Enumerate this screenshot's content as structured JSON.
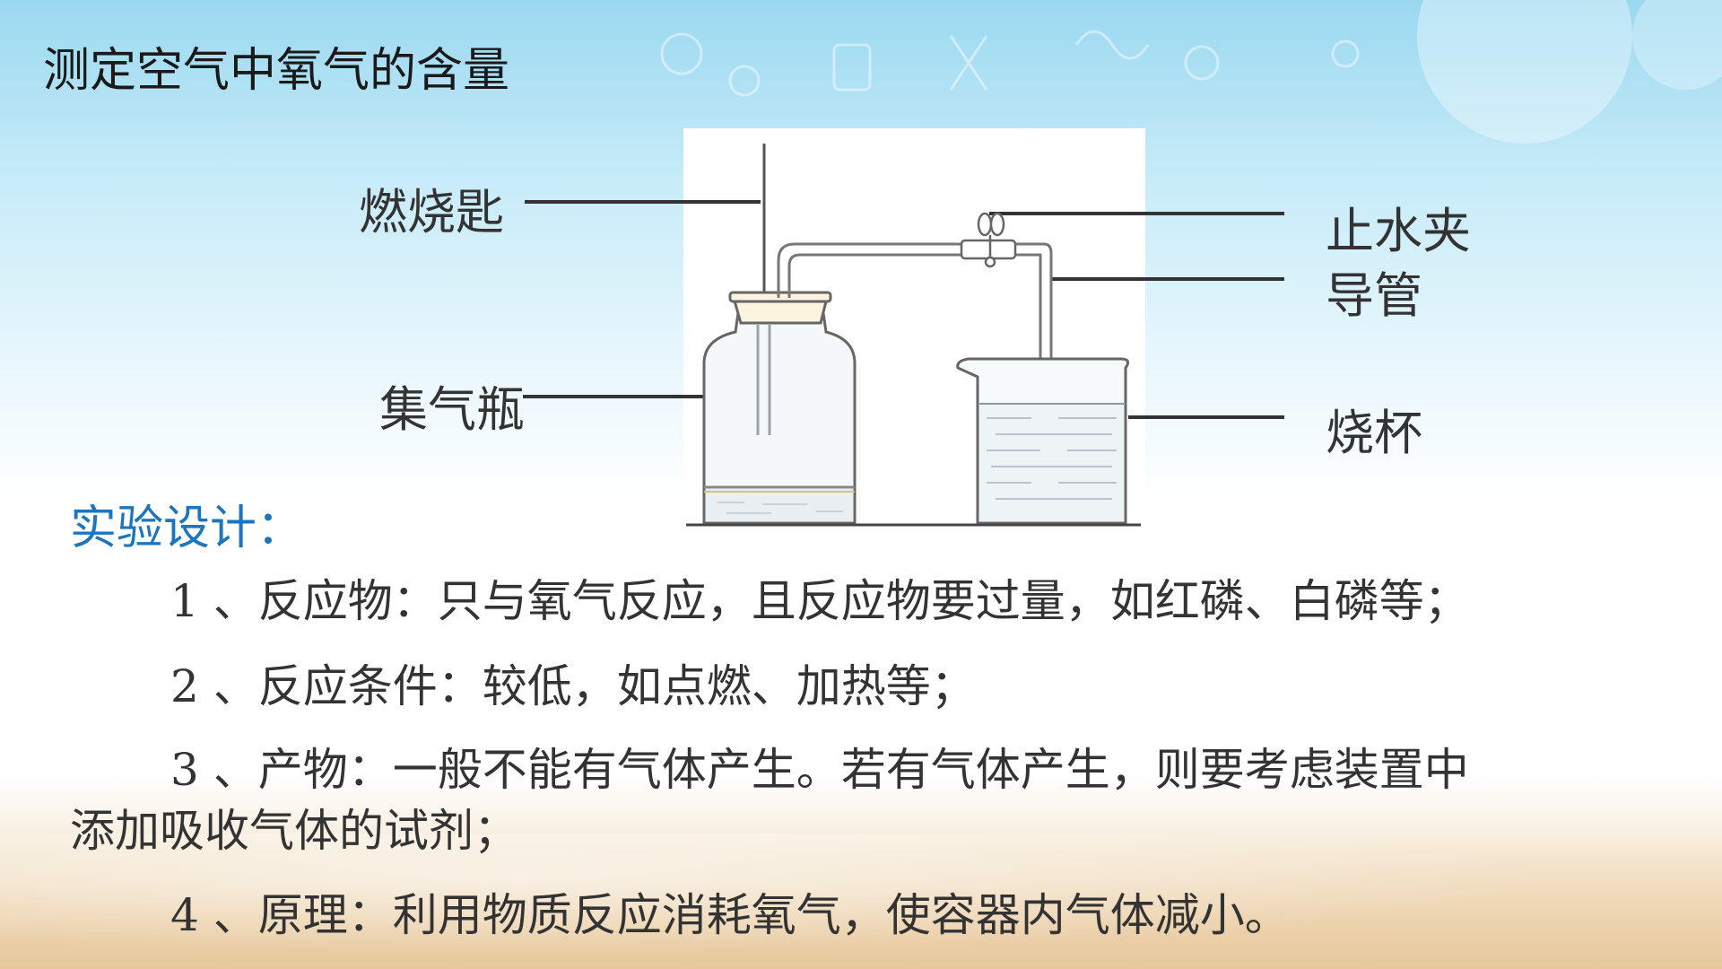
{
  "slide": {
    "title": "测定空气中氧气的含量"
  },
  "diagram": {
    "labels": {
      "spoon": "燃烧匙",
      "clamp": "止水夹",
      "tube": "导管",
      "bottle": "集气瓶",
      "beaker": "烧杯"
    }
  },
  "design": {
    "heading": "实验设计：",
    "items": [
      {
        "num": "1",
        "sep": "、",
        "text": "反应物：只与氧气反应，且反应物要过量，如红磷、白磷等；"
      },
      {
        "num": "2",
        "sep": "、",
        "text": "反应条件：较低，如点燃、加热等；"
      },
      {
        "num": "3",
        "sep": "、",
        "text": "产物：一般不能有气体产生。若有气体产生，则要考虑装置中",
        "continuation": "添加吸收气体的试剂；"
      },
      {
        "num": "4",
        "sep": "、",
        "text": "原理：利用物质反应消耗氧气，使容器内气体减小。"
      }
    ]
  }
}
